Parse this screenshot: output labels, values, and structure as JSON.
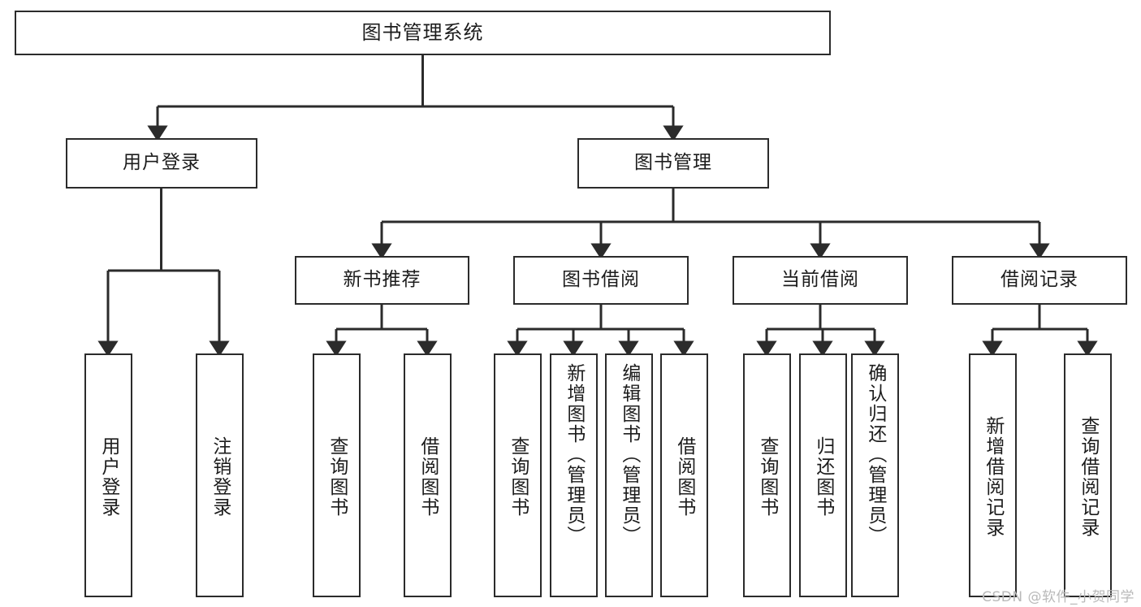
{
  "diagram": {
    "type": "tree",
    "title": "图书管理系统",
    "orientation": "top-down",
    "watermark": "CSDN @软件_小贺同学",
    "colors": {
      "box_border": "#2b2b2b",
      "box_fill": "#ffffff",
      "connector": "#2b2b2b",
      "watermark": "#b9b9b9",
      "background": "#ffffff"
    },
    "levels": {
      "root": {
        "label": "图书管理系统"
      },
      "level2": [
        {
          "id": "user-login",
          "label": "用户登录"
        },
        {
          "id": "book-manage",
          "label": "图书管理"
        }
      ],
      "level3": [
        {
          "id": "new-book-rec",
          "label": "新书推荐",
          "parent": "book-manage"
        },
        {
          "id": "book-borrow",
          "label": "图书借阅",
          "parent": "book-manage"
        },
        {
          "id": "current-borrow",
          "label": "当前借阅",
          "parent": "book-manage"
        },
        {
          "id": "borrow-record",
          "label": "借阅记录",
          "parent": "book-manage"
        }
      ],
      "leaves": [
        {
          "id": "leaf-user-login",
          "label": "用户登录",
          "parent": "user-login"
        },
        {
          "id": "leaf-logout",
          "label": "注销登录",
          "parent": "user-login"
        },
        {
          "id": "leaf-query-book-1",
          "label": "查询图书",
          "parent": "new-book-rec"
        },
        {
          "id": "leaf-borrow-book-1",
          "label": "借阅图书",
          "parent": "new-book-rec"
        },
        {
          "id": "leaf-query-book-2",
          "label": "查询图书",
          "parent": "book-borrow"
        },
        {
          "id": "leaf-add-book",
          "label": "新增图书（管理员）",
          "parent": "book-borrow"
        },
        {
          "id": "leaf-edit-book",
          "label": "编辑图书（管理员）",
          "parent": "book-borrow"
        },
        {
          "id": "leaf-borrow-book-2",
          "label": "借阅图书",
          "parent": "book-borrow"
        },
        {
          "id": "leaf-query-book-3",
          "label": "查询图书",
          "parent": "current-borrow"
        },
        {
          "id": "leaf-return-book",
          "label": "归还图书",
          "parent": "current-borrow"
        },
        {
          "id": "leaf-confirm-return",
          "label": "确认归还（管理员）",
          "parent": "current-borrow"
        },
        {
          "id": "leaf-add-record",
          "label": "新增借阅记录",
          "parent": "borrow-record"
        },
        {
          "id": "leaf-query-record",
          "label": "查询借阅记录",
          "parent": "borrow-record"
        }
      ]
    }
  }
}
